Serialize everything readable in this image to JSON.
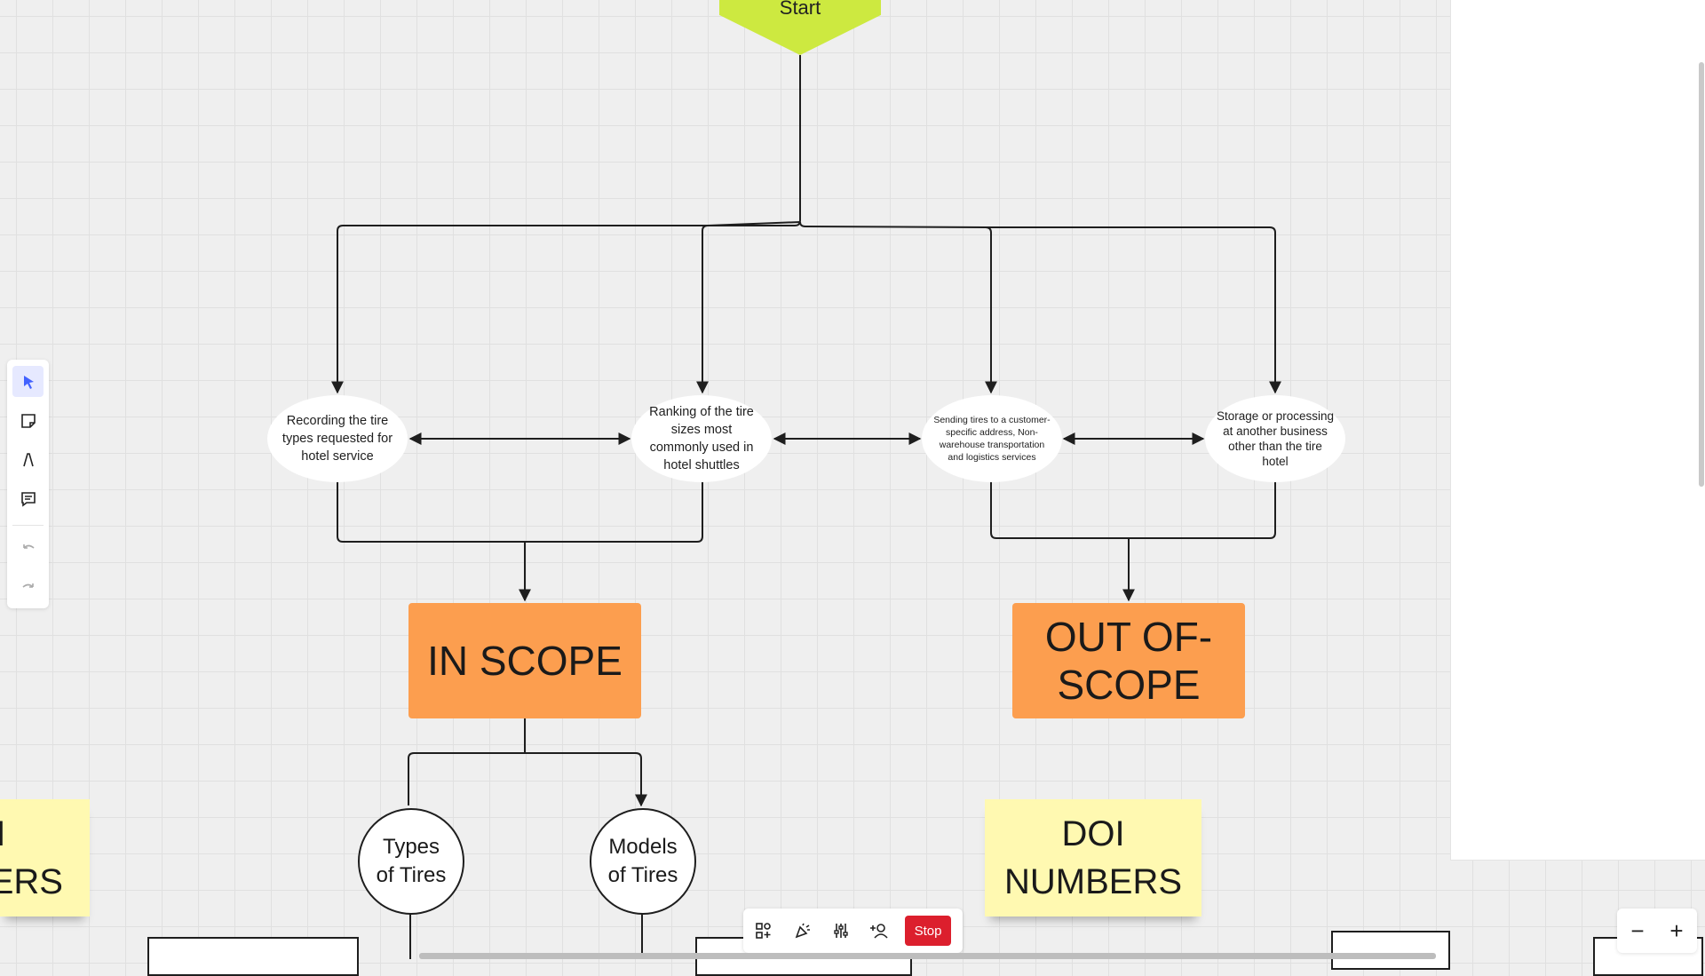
{
  "flowchart": {
    "start_label": "Start",
    "activities": [
      "Recording the tire types requested for hotel service",
      "Ranking of the tire sizes most commonly used in hotel shuttles",
      "Sending tires to a customer-specific address, Non-warehouse transportation and logistics services",
      "Storage or processing at another business other than the tire hotel"
    ],
    "in_scope_label": "IN SCOPE",
    "out_of_scope_label": "OUT OF-SCOPE",
    "subtopics": [
      "Types of Tires",
      "Models of Tires"
    ]
  },
  "sticky_notes": {
    "left_partial": "DOI\nNUMBERS",
    "right": "DOI\nNUMBERS"
  },
  "toolbar": {
    "tools": [
      "select-icon",
      "sticky-note-icon",
      "pen-icon",
      "comment-icon",
      "undo-icon",
      "redo-icon"
    ],
    "accent_color": "#4262ff"
  },
  "bottom_bar": {
    "icons": [
      "shapes-icon",
      "celebrate-icon",
      "settings-sliders-icon",
      "invite-user-icon"
    ],
    "stop_label": "Stop"
  },
  "zoom": {
    "out_label": "−",
    "in_label": "+"
  },
  "colors": {
    "start": "#cde940",
    "scope": "#fc9e4f",
    "sticky": "#fff9b1",
    "stop": "#dc1f2d"
  }
}
